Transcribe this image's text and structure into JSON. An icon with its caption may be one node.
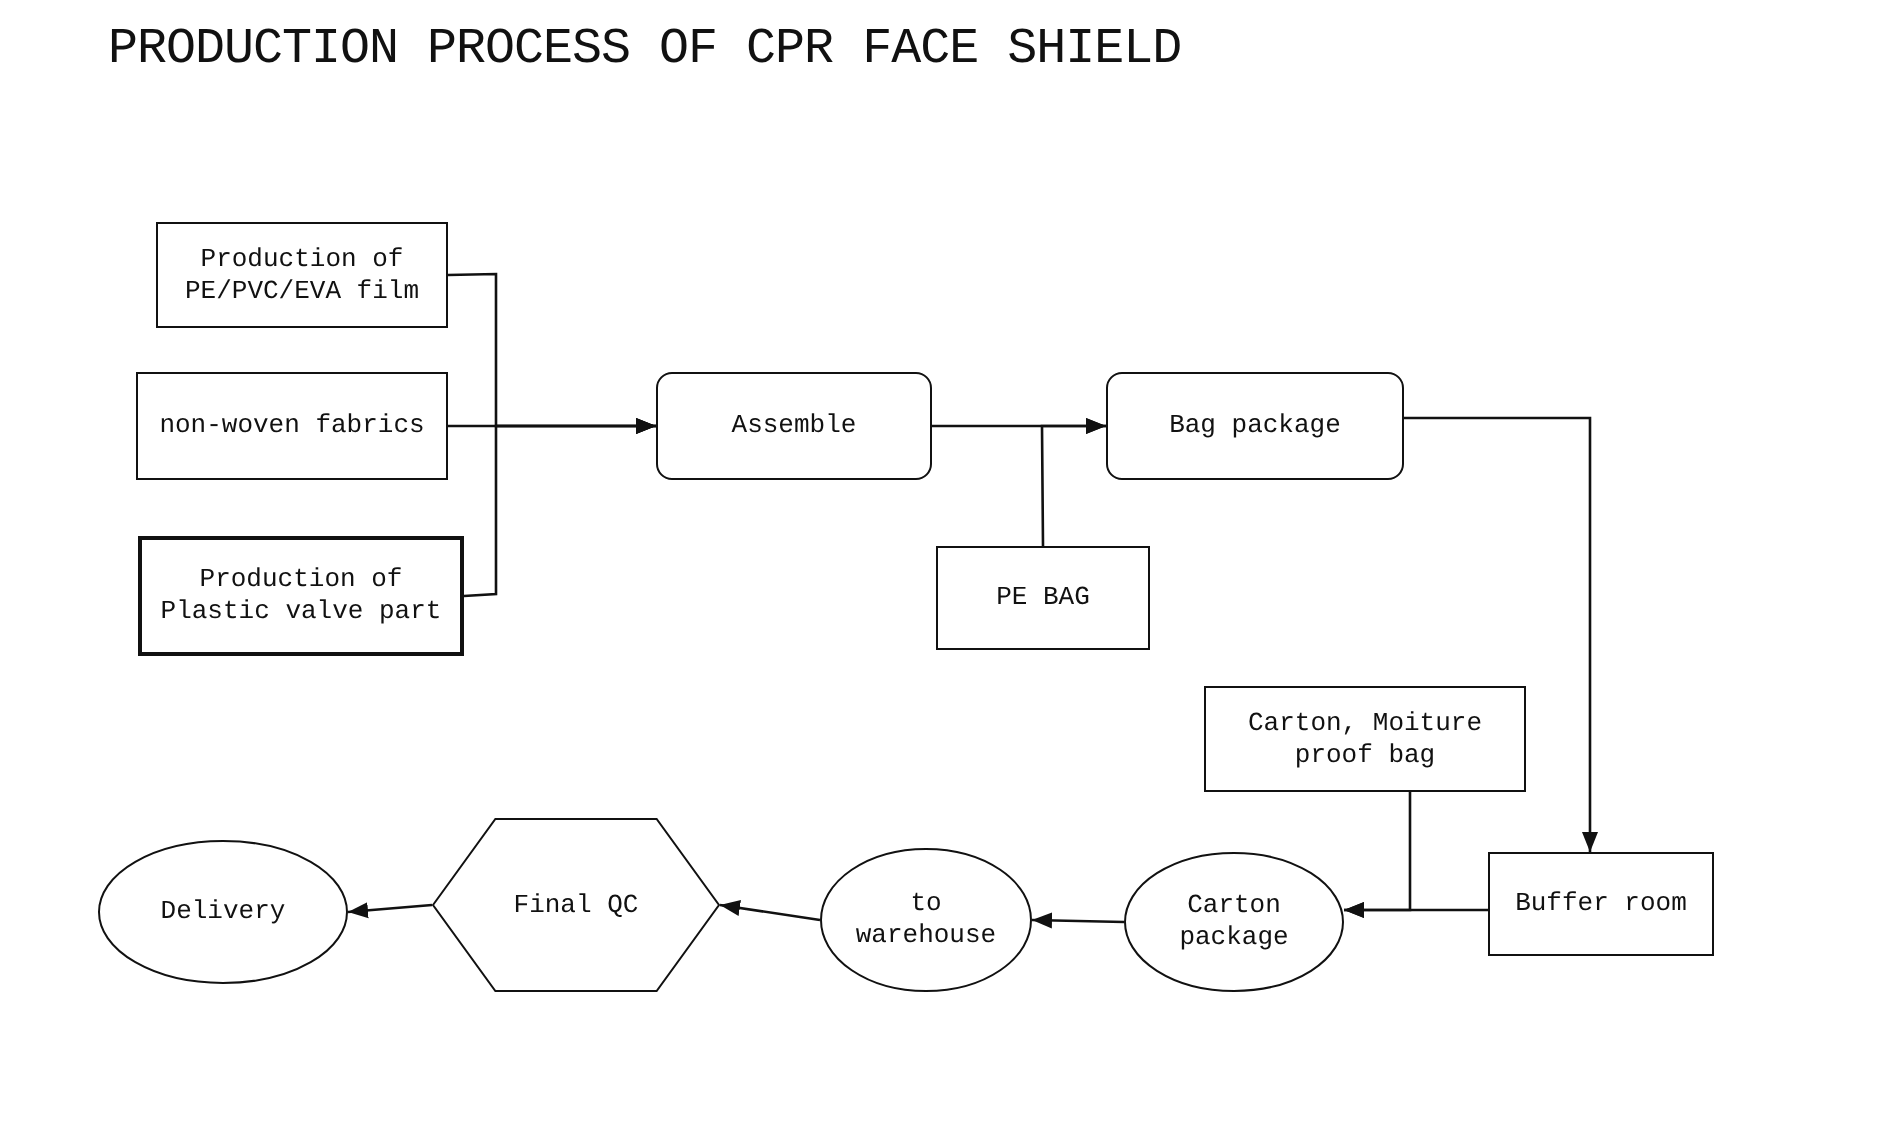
{
  "diagram": {
    "title": "PRODUCTION PROCESS OF CPR FACE SHIELD",
    "nodes": [
      {
        "text": [
          "Production of PE/PVC/EVA film"
        ]
      },
      {
        "text": [
          "non-woven fabrics"
        ]
      },
      {
        "text": [
          "Production of Plastic valve part"
        ]
      },
      {
        "text": [
          "Assemble"
        ]
      },
      {
        "text": [
          "Bag package"
        ]
      },
      {
        "text": [
          "PE BAG"
        ]
      },
      {
        "text": [
          "Carton, Moiture proof bag"
        ]
      },
      {
        "text": [
          "Buffer room"
        ]
      },
      {
        "text": [
          "Carton package"
        ]
      },
      {
        "text": [
          "to warehouse"
        ]
      },
      {
        "text": [
          "Final QC"
        ]
      },
      {
        "text": [
          "Delivery"
        ]
      }
    ],
    "edges": [
      {
        "from": 0,
        "to": 3,
        "arrow": "to"
      },
      {
        "from": 1,
        "to": 3,
        "arrow": "to"
      },
      {
        "from": 2,
        "to": 3,
        "arrow": "to"
      },
      {
        "from": 3,
        "to": 4,
        "arrow": "to"
      },
      {
        "from": 5,
        "to": 4,
        "arrow": "to"
      },
      {
        "from": 4,
        "to": 7,
        "arrow": "to"
      },
      {
        "from": 6,
        "to": 8,
        "arrow": "to"
      },
      {
        "from": 7,
        "to": 8,
        "arrow": "to"
      },
      {
        "from": 8,
        "to": 9,
        "arrow": "to"
      },
      {
        "from": 9,
        "to": 10,
        "arrow": "to"
      },
      {
        "from": 10,
        "to": 11,
        "arrow": "to"
      }
    ]
  }
}
